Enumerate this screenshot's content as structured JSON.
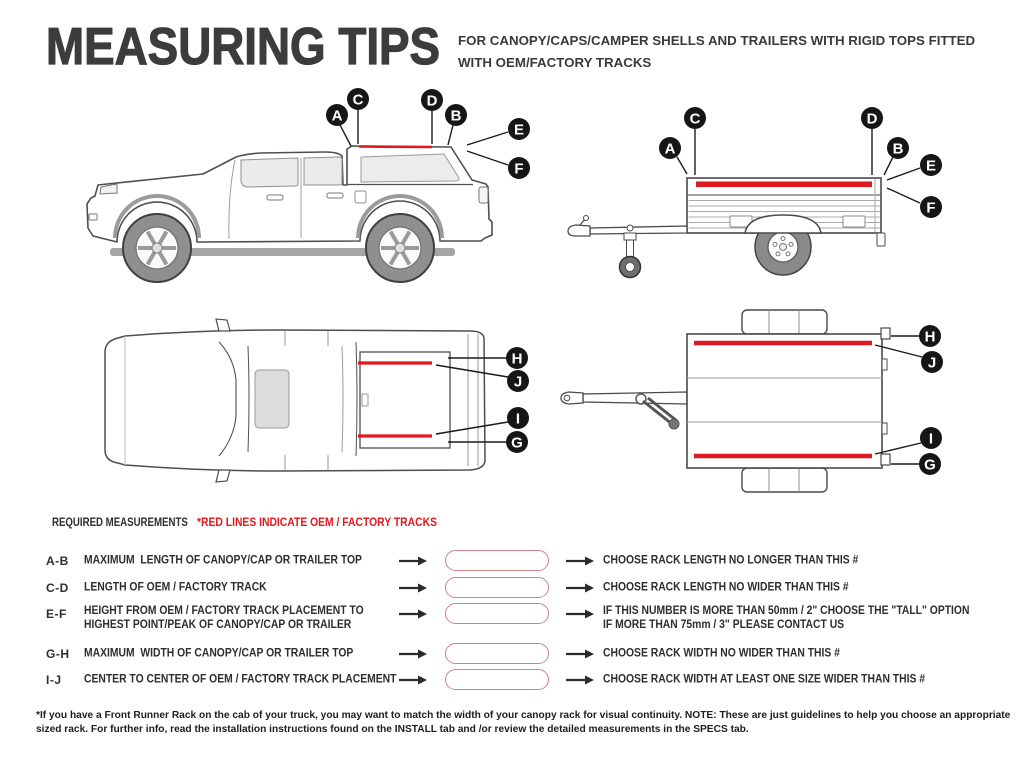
{
  "title": "MEASURING TIPS",
  "subtitle": {
    "line1": "FOR CANOPY/CAPS/CAMPER SHELLS AND TRAILERS WITH RIGID TOPS FITTED",
    "line2": "WITH OEM/FACTORY TRACKS"
  },
  "colors": {
    "accent_red": "#e0181f",
    "box_border": "#cf8289",
    "text_dark": "#3a3a3a",
    "label_circle": "#161616"
  },
  "diagrams": {
    "truck_side": {
      "labels": [
        "A",
        "C",
        "D",
        "B",
        "E",
        "F"
      ]
    },
    "trailer_side": {
      "labels": [
        "C",
        "A",
        "D",
        "B",
        "E",
        "F"
      ]
    },
    "truck_top": {
      "labels": [
        "H",
        "J",
        "I",
        "G"
      ]
    },
    "trailer_top": {
      "labels": [
        "H",
        "J",
        "I",
        "G"
      ]
    }
  },
  "required_measurements": {
    "heading": "REQUIRED MEASUREMENTS",
    "red_note": "*RED LINES INDICATE OEM / FACTORY TRACKS",
    "rows": [
      {
        "code": "A-B",
        "description": "MAXIMUM  LENGTH OF CANOPY/CAP OR TRAILER TOP",
        "instruction": "CHOOSE RACK LENGTH NO LONGER THAN THIS #"
      },
      {
        "code": "C-D",
        "description": "LENGTH OF OEM / FACTORY TRACK",
        "instruction": "CHOOSE RACK LENGTH NO WIDER THAN THIS #"
      },
      {
        "code": "E-F",
        "description": "HEIGHT FROM OEM / FACTORY TRACK PLACEMENT TO\nHIGHEST POINT/PEAK OF CANOPY/CAP OR TRAILER",
        "instruction": "IF THIS NUMBER IS MORE THAN 50mm / 2\" CHOOSE THE \"TALL\" OPTION\nIF MORE THAN 75mm / 3\" PLEASE CONTACT US"
      },
      {
        "code": "G-H",
        "description": "MAXIMUM  WIDTH OF CANOPY/CAP OR TRAILER TOP",
        "instruction": "CHOOSE RACK WIDTH NO WIDER THAN THIS #"
      },
      {
        "code": "I-J",
        "description": "CENTER TO CENTER OF OEM / FACTORY TRACK PLACEMENT",
        "instruction": "CHOOSE RACK WIDTH AT LEAST ONE SIZE WIDER THAN THIS #"
      }
    ]
  },
  "footnote": {
    "line1": "*If you have a Front Runner Rack on the cab of your truck, you may want to match the width of your canopy rack for visual continuity. NOTE: These are just guidelines to help you choose an appropriate",
    "line2": "sized rack. For further info, read the installation instructions found on the INSTALL tab and /or review the detailed measurements in the SPECS tab."
  }
}
